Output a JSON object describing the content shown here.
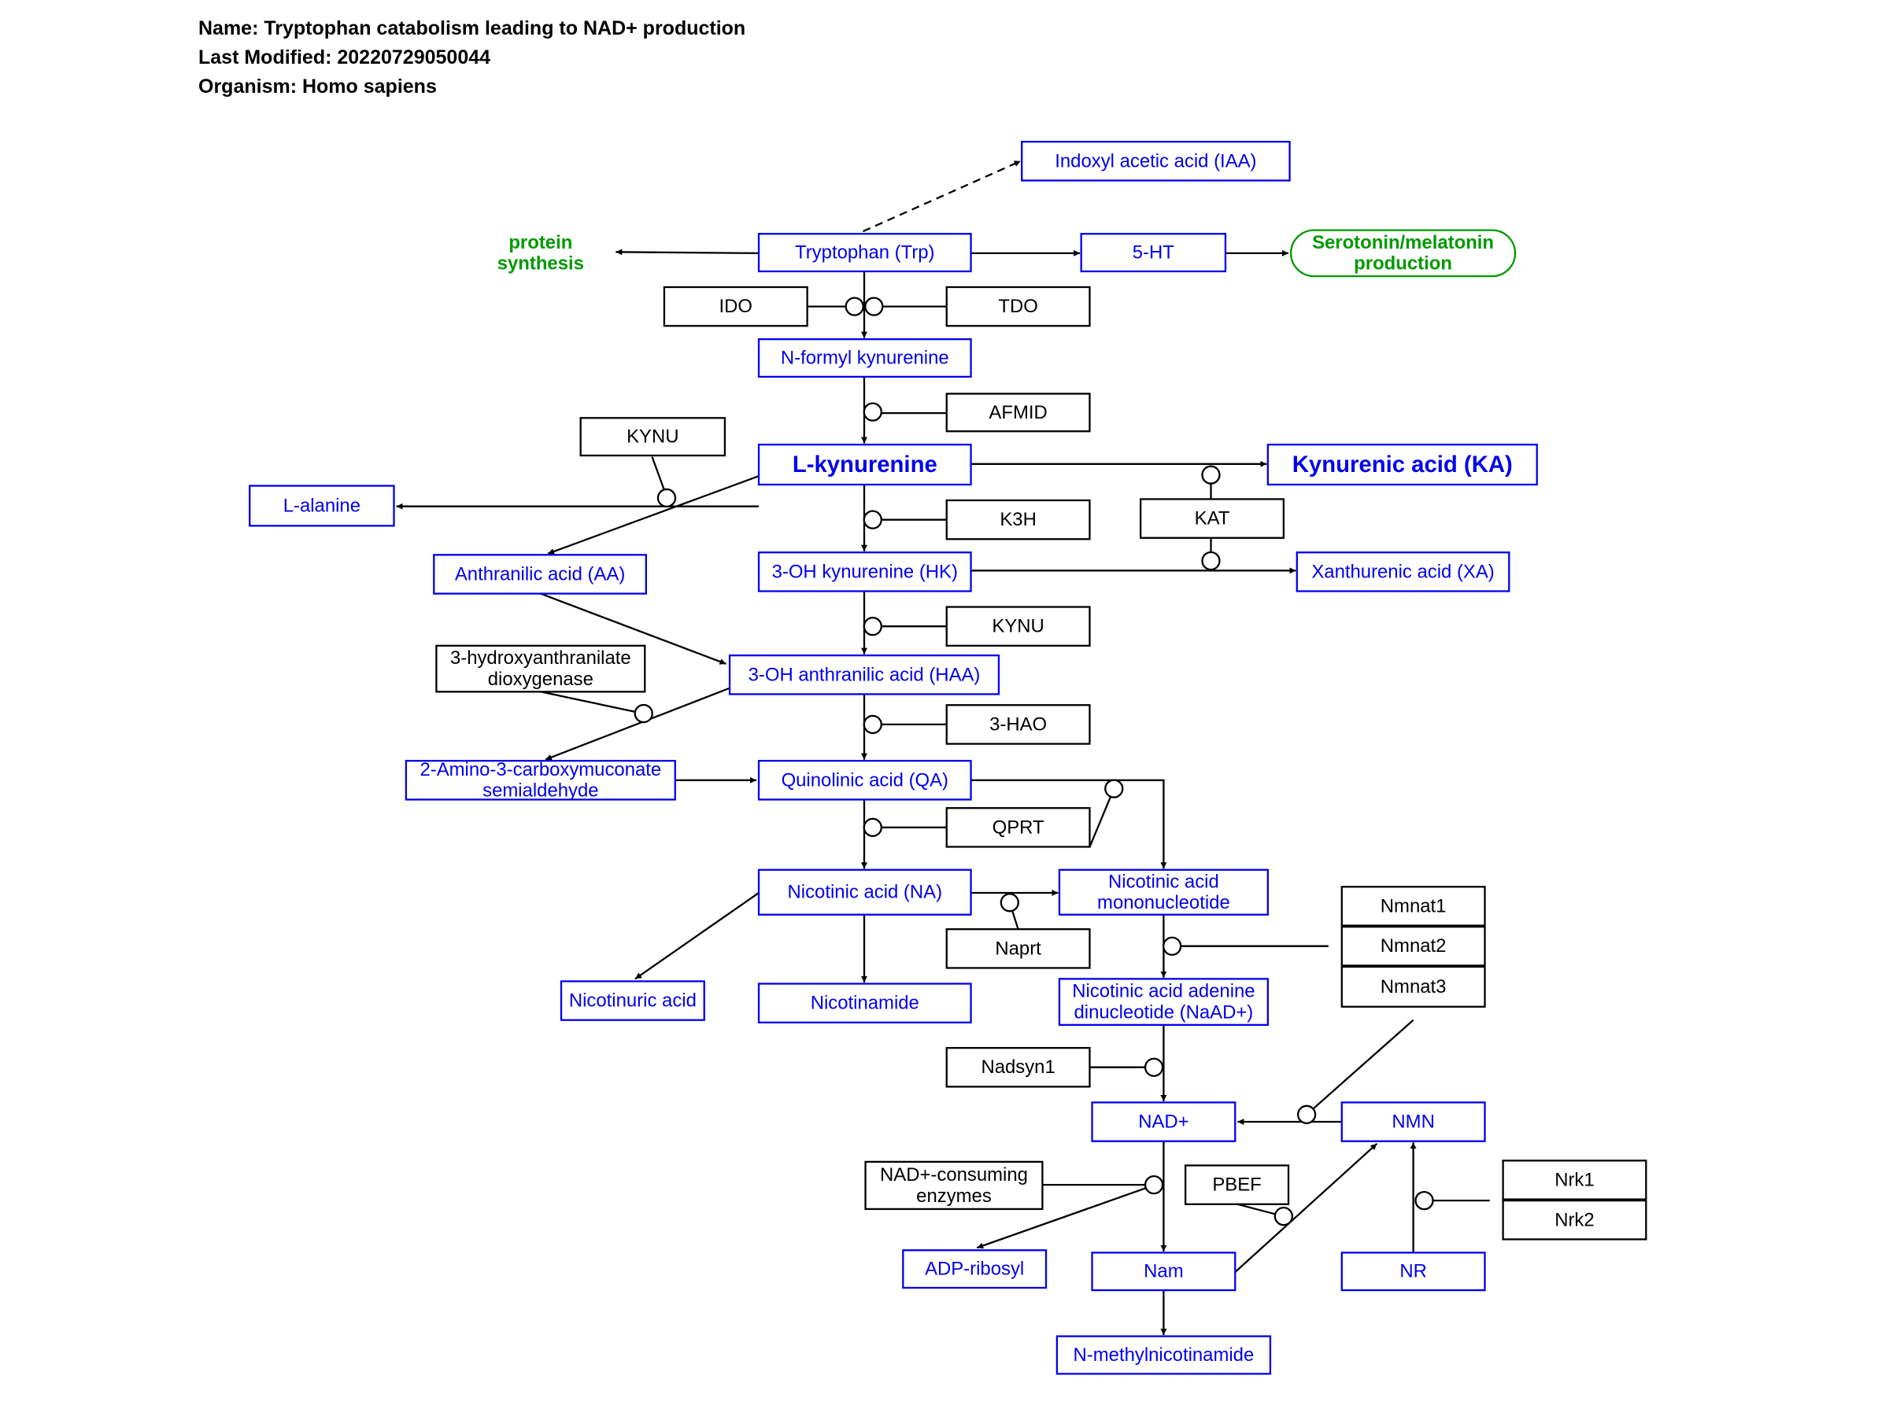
{
  "header": {
    "name": "Name: Tryptophan catabolism leading to NAD+ production",
    "modified": "Last Modified: 20220729050044",
    "organism": "Organism: Homo sapiens"
  },
  "colors": {
    "metabolite": "#0000ee",
    "gene": "#000000",
    "pathway": "#009900"
  },
  "nodes": {
    "iaa": "Indoxyl acetic acid (IAA)",
    "protein_synthesis": [
      "protein",
      "synthesis"
    ],
    "trp": "Tryptophan (Trp)",
    "ht5": "5-HT",
    "serotonin": [
      "Serotonin/melatonin",
      "production"
    ],
    "ido": "IDO",
    "tdo": "TDO",
    "nfk": "N-formyl kynurenine",
    "afmid": "AFMID",
    "kynu1": "KYNU",
    "lkyn": "L-kynurenine",
    "ka": "Kynurenic acid (KA)",
    "lala": "L-alanine",
    "k3h": "K3H",
    "kat": "KAT",
    "aa": "Anthranilic acid (AA)",
    "hk": "3-OH kynurenine (HK)",
    "xa": "Xanthurenic acid (XA)",
    "kynu2": "KYNU",
    "hdox": [
      "3-hydroxyanthranilate",
      "dioxygenase"
    ],
    "haa": "3-OH anthranilic acid (HAA)",
    "hao": "3-HAO",
    "acms": [
      "2-Amino-3-carboxymuconate",
      "semialdehyde"
    ],
    "qa": "Quinolinic acid (QA)",
    "qprt": "QPRT",
    "na": "Nicotinic acid (NA)",
    "namn": [
      "Nicotinic acid",
      "mononucleotide"
    ],
    "nmnat1": "Nmnat1",
    "nmnat2": "Nmnat2",
    "nmnat3": "Nmnat3",
    "naprt": "Naprt",
    "nicotinuric": "Nicotinuric acid",
    "nicotinamide": "Nicotinamide",
    "naad": [
      "Nicotinic acid adenine",
      "dinucleotide (NaAD+)"
    ],
    "nadsyn1": "Nadsyn1",
    "nad": "NAD+",
    "nmn": "NMN",
    "consuming": [
      "NAD+-consuming",
      "enzymes"
    ],
    "pbef": "PBEF",
    "nrk1": "Nrk1",
    "nrk2": "Nrk2",
    "adp": "ADP-ribosyl",
    "nam": "Nam",
    "nr": "NR",
    "nmethyl": "N-methylnicotinamide"
  }
}
